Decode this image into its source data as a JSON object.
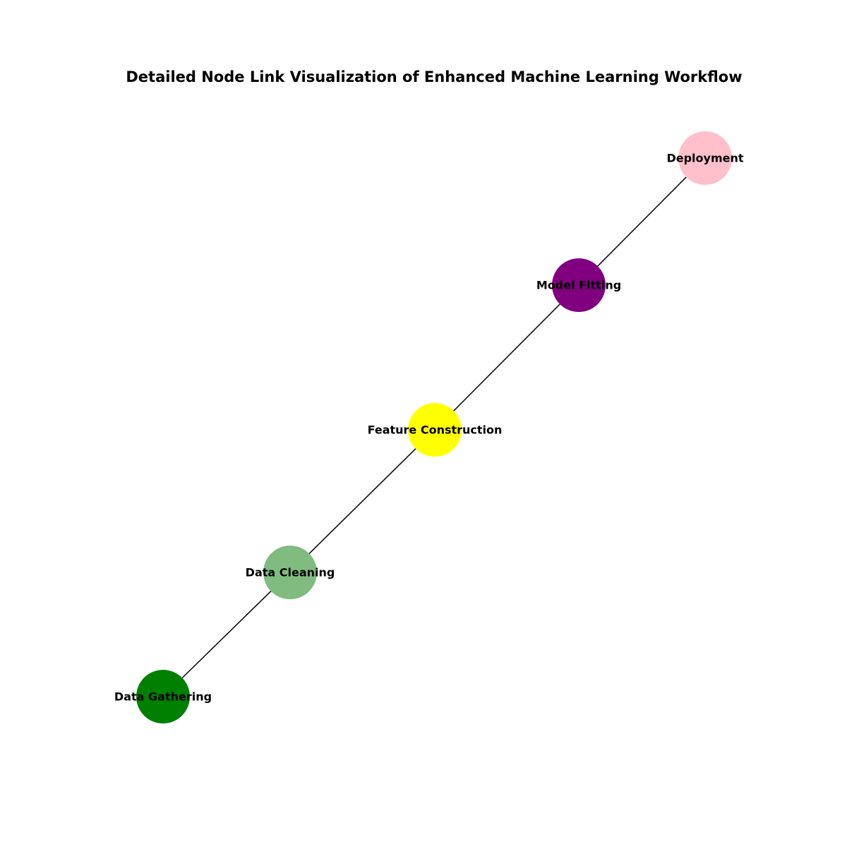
{
  "title": "Detailed Node Link Visualization of Enhanced Machine Learning Workflow",
  "nodes": [
    {
      "id": "data-gathering",
      "label": "Data Gathering",
      "color": "#008000"
    },
    {
      "id": "data-cleaning",
      "label": "Data Cleaning",
      "color": "#80bb80"
    },
    {
      "id": "feature-construction",
      "label": "Feature Construction",
      "color": "#ffff00"
    },
    {
      "id": "model-fitting",
      "label": "Model Fitting",
      "color": "#800080"
    },
    {
      "id": "deployment",
      "label": "Deployment",
      "color": "#ffc0cb"
    }
  ],
  "edges": [
    {
      "from": "data-gathering",
      "to": "data-cleaning"
    },
    {
      "from": "data-cleaning",
      "to": "feature-construction"
    },
    {
      "from": "feature-construction",
      "to": "model-fitting"
    },
    {
      "from": "model-fitting",
      "to": "deployment"
    }
  ],
  "edge_color": "#000000"
}
